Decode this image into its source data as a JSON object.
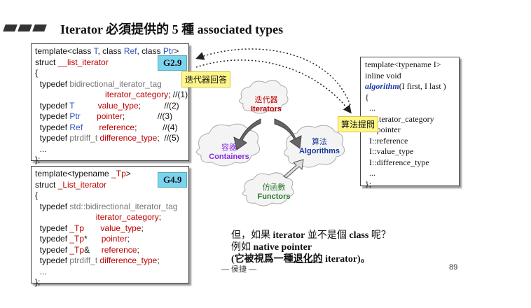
{
  "title": "Iterator 必須提供的 5 種 associated types",
  "box1": {
    "tag": "G2.9",
    "lines": [
      {
        "parts": [
          [
            "dark",
            "template<class "
          ],
          [
            "blue",
            "T"
          ],
          [
            "dark",
            ", class "
          ],
          [
            "blue",
            "Ref"
          ],
          [
            "dark",
            ", class "
          ],
          [
            "blue",
            "Ptr"
          ],
          [
            "dark",
            ">"
          ]
        ]
      },
      {
        "parts": [
          [
            "dark",
            "struct "
          ],
          [
            "red",
            "__list_iterator"
          ]
        ]
      },
      {
        "parts": [
          [
            "dark",
            "{"
          ]
        ]
      },
      {
        "parts": [
          [
            "dark",
            "  typedef "
          ],
          [
            "gray",
            "bidirectional_iterator_tag"
          ]
        ]
      },
      {
        "parts": [
          [
            "dark",
            "                              "
          ],
          [
            "red",
            "iterator_category"
          ],
          [
            "dark",
            "; //(1)"
          ]
        ]
      },
      {
        "parts": [
          [
            "dark",
            "  typedef "
          ],
          [
            "blue",
            "T          "
          ],
          [
            "red",
            "value_type"
          ],
          [
            "dark",
            ";          //(2)"
          ]
        ]
      },
      {
        "parts": [
          [
            "dark",
            "  typedef "
          ],
          [
            "blue",
            "Ptr       "
          ],
          [
            "red",
            "pointer"
          ],
          [
            "dark",
            ";              //(3)"
          ]
        ]
      },
      {
        "parts": [
          [
            "dark",
            "  typedef "
          ],
          [
            "blue",
            "Ref       "
          ],
          [
            "red",
            "reference"
          ],
          [
            "dark",
            ";           //(4)"
          ]
        ]
      },
      {
        "parts": [
          [
            "dark",
            "  typedef "
          ],
          [
            "gray",
            "ptrdiff_t "
          ],
          [
            "red",
            "difference_type"
          ],
          [
            "dark",
            ";  //(5)"
          ]
        ]
      },
      {
        "parts": [
          [
            "dark",
            "  ..."
          ]
        ]
      },
      {
        "parts": [
          [
            "dark",
            "};"
          ]
        ]
      }
    ]
  },
  "box2": {
    "tag": "G4.9",
    "lines": [
      {
        "parts": [
          [
            "dark",
            "template<typename "
          ],
          [
            "red",
            "_Tp"
          ],
          [
            "dark",
            ">"
          ]
        ]
      },
      {
        "parts": [
          [
            "dark",
            "struct "
          ],
          [
            "red",
            "_List_iterator"
          ]
        ]
      },
      {
        "parts": [
          [
            "dark",
            "{"
          ]
        ]
      },
      {
        "parts": [
          [
            "dark",
            "  typedef "
          ],
          [
            "gray",
            "std::bidirectional_iterator_tag"
          ]
        ]
      },
      {
        "parts": [
          [
            "dark",
            "                          "
          ],
          [
            "red",
            "iterator_category"
          ],
          [
            "dark",
            ";"
          ]
        ]
      },
      {
        "parts": [
          [
            "dark",
            "  typedef "
          ],
          [
            "red",
            "_Tp       "
          ],
          [
            "red",
            "value_type"
          ],
          [
            "dark",
            ";"
          ]
        ]
      },
      {
        "parts": [
          [
            "dark",
            "  typedef "
          ],
          [
            "red",
            "_Tp"
          ],
          [
            "dark",
            "*      "
          ],
          [
            "red",
            "pointer"
          ],
          [
            "dark",
            ";"
          ]
        ]
      },
      {
        "parts": [
          [
            "dark",
            "  typedef "
          ],
          [
            "red",
            "_Tp"
          ],
          [
            "dark",
            "&     "
          ],
          [
            "red",
            "reference"
          ],
          [
            "dark",
            ";"
          ]
        ]
      },
      {
        "parts": [
          [
            "dark",
            "  typedef "
          ],
          [
            "gray",
            "ptrdiff_t "
          ],
          [
            "red",
            "difference_type"
          ],
          [
            "dark",
            ";"
          ]
        ]
      },
      {
        "parts": [
          [
            "dark",
            "  ..."
          ]
        ]
      },
      {
        "parts": [
          [
            "dark",
            "};"
          ]
        ]
      }
    ]
  },
  "right_box": {
    "lines": [
      "template<typename I>",
      "inline void",
      "algorithm(I first, I last )",
      "{",
      "  ...",
      "  I::iterator_category",
      "  I::pointer",
      "  I::reference",
      "  I::value_type",
      "  I::difference_type",
      "  ...",
      "};"
    ],
    "algorithm_word": "algorithm",
    "algorithm_rest": "(I first, I last )"
  },
  "notes": {
    "iterator_answer": "迭代器回答",
    "algorithm_question": "算法提問"
  },
  "diagram": {
    "iterators_cn": "迭代器",
    "iterators_en": "Iterators",
    "containers_cn": "容器",
    "containers_en": "Containers",
    "algorithms_cn": "算法",
    "algorithms_en": "Algorithms",
    "functors_cn": "仿函數",
    "functors_en": "Functors"
  },
  "body": {
    "line1_a": "但，如果 ",
    "line1_b": "iterator",
    "line1_c": " 並不是個 ",
    "line1_d": "class",
    "line1_e": " 呢？",
    "line2_a": "例如 ",
    "line2_b": "native pointer",
    "line3_a": "(它被視爲一種",
    "line3_b": "退化的",
    "line3_c": " iterator",
    "line3_d": ")。"
  },
  "footer": "— 侯捷 —",
  "page_number": "89",
  "colors": {
    "tag_bg": "#7ad3ef",
    "note_bg": "#fff68a",
    "red": "#c00000",
    "blue": "#3050c0"
  }
}
